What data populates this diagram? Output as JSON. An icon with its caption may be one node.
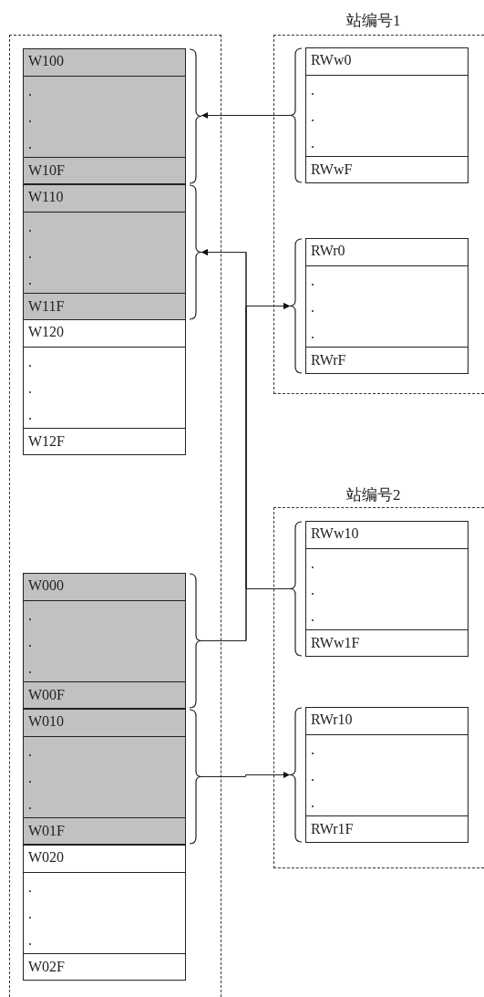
{
  "diagram": {
    "nodes": [
      {
        "text": [],
        "shape": "box"
      },
      {
        "text": [],
        "shape": "box",
        "in": 0
      },
      {
        "text": [
          "W100"
        ],
        "in": 1
      },
      {
        "text": [
          ".",
          ".",
          "."
        ],
        "in": 1
      },
      {
        "text": [
          "W10F"
        ],
        "in": 1
      },
      {
        "text": [],
        "shape": "box",
        "in": 0
      },
      {
        "text": [
          "W110"
        ],
        "in": 5
      },
      {
        "text": [
          ".",
          ".",
          "."
        ],
        "in": 5
      },
      {
        "text": [
          "W11F"
        ],
        "in": 5
      },
      {
        "text": [],
        "shape": "box",
        "in": 0
      },
      {
        "text": [
          "W120"
        ],
        "in": 9
      },
      {
        "text": [
          ".",
          ".",
          "."
        ],
        "in": 9
      },
      {
        "text": [
          "W12F"
        ],
        "in": 9
      },
      {
        "text": [],
        "shape": "box",
        "in": 0
      },
      {
        "text": [
          "W000"
        ],
        "in": 13
      },
      {
        "text": [
          ".",
          ".",
          "."
        ],
        "in": 13
      },
      {
        "text": [
          "W00F"
        ],
        "in": 13
      },
      {
        "text": [],
        "shape": "box",
        "in": 0
      },
      {
        "text": [
          "W010"
        ],
        "in": 17
      },
      {
        "text": [
          ".",
          ".",
          "."
        ],
        "in": 17
      },
      {
        "text": [
          "W01F"
        ],
        "in": 17
      },
      {
        "text": [],
        "shape": "box",
        "in": 0
      },
      {
        "text": [
          "W020"
        ],
        "in": 21
      },
      {
        "text": [
          ".",
          ".",
          "."
        ],
        "in": 21
      },
      {
        "text": [
          "W02F"
        ],
        "in": 21
      },
      {
        "text": [
          "站编号1"
        ]
      },
      {
        "text": [],
        "shape": "box",
        "in": 25
      },
      {
        "text": [
          "RWw0"
        ],
        "in": 26
      },
      {
        "text": [
          ".",
          ".",
          "."
        ],
        "in": 26
      },
      {
        "text": [
          "RWwF"
        ],
        "in": 26
      },
      {
        "text": [],
        "shape": "box",
        "in": 25
      },
      {
        "text": [
          "RWr0"
        ],
        "in": 30
      },
      {
        "text": [
          ".",
          ".",
          "."
        ],
        "in": 30
      },
      {
        "text": [
          "RWrF"
        ],
        "in": 30
      },
      {
        "text": [
          "站编号2"
        ]
      },
      {
        "text": [],
        "shape": "box",
        "in": 34
      },
      {
        "text": [
          "RWw10"
        ],
        "in": 35
      },
      {
        "text": [
          ".",
          ".",
          "."
        ],
        "in": 35
      },
      {
        "text": [
          "RWw1F"
        ],
        "in": 35
      },
      {
        "text": [],
        "shape": "box",
        "in": 34
      },
      {
        "text": [
          "RWr10"
        ],
        "in": 39
      },
      {
        "text": [
          ".",
          ".",
          "."
        ],
        "in": 39
      },
      {
        "text": [
          "RWr1F"
        ],
        "in": 39
      }
    ],
    "edges": [
      {
        "from": 26,
        "to": 1,
        "arrow": "to"
      },
      {
        "from": 13,
        "to": 5,
        "arrow": "to"
      },
      {
        "from": 13,
        "to": 30,
        "arrow": "to"
      },
      {
        "from": 35,
        "to": 5,
        "arrow": "to"
      },
      {
        "from": 35,
        "to": 30,
        "arrow": "to"
      },
      {
        "from": 17,
        "to": 39,
        "arrow": "to"
      }
    ]
  }
}
